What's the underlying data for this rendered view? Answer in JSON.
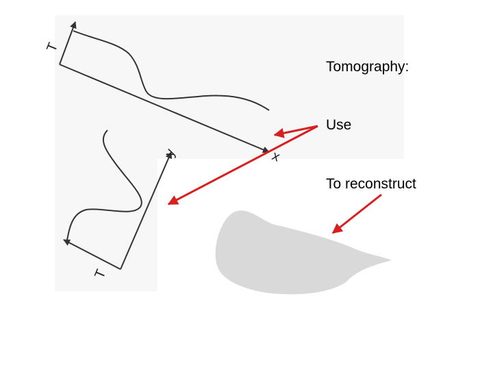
{
  "slide": {
    "labels": {
      "tomography": "Tomography:",
      "use": "Use",
      "reconstruct": "To reconstruct"
    },
    "axes": {
      "upper_projection_axis": "T",
      "upper_position_axis": "x",
      "lower_position_axis": "y",
      "lower_projection_axis": "T"
    }
  },
  "colors": {
    "annotation_arrow": "#d81e1e",
    "diagram_line": "#333333",
    "object_fill": "#d9d9d9"
  }
}
